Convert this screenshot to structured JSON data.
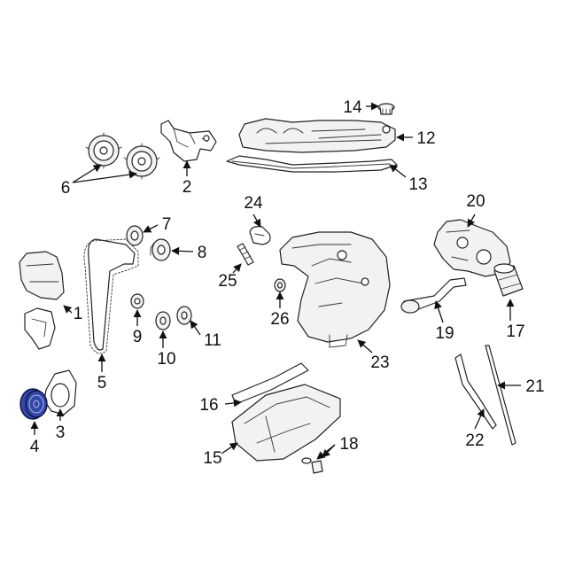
{
  "callouts": {
    "c1": "1",
    "c2": "2",
    "c3": "3",
    "c4": "4",
    "c5": "5",
    "c6": "6",
    "c7": "7",
    "c8": "8",
    "c9": "9",
    "c10": "10",
    "c11": "11",
    "c12": "12",
    "c13": "13",
    "c14": "14",
    "c15": "15",
    "c16": "16",
    "c17": "17",
    "c18": "18",
    "c19": "19",
    "c20": "20",
    "c21": "21",
    "c22": "22",
    "c23": "23",
    "c24": "24",
    "c25": "25",
    "c26": "26"
  },
  "highlighted_part": "4",
  "colors": {
    "highlight": "#3347a8",
    "line": "#222222",
    "background": "#ffffff"
  }
}
